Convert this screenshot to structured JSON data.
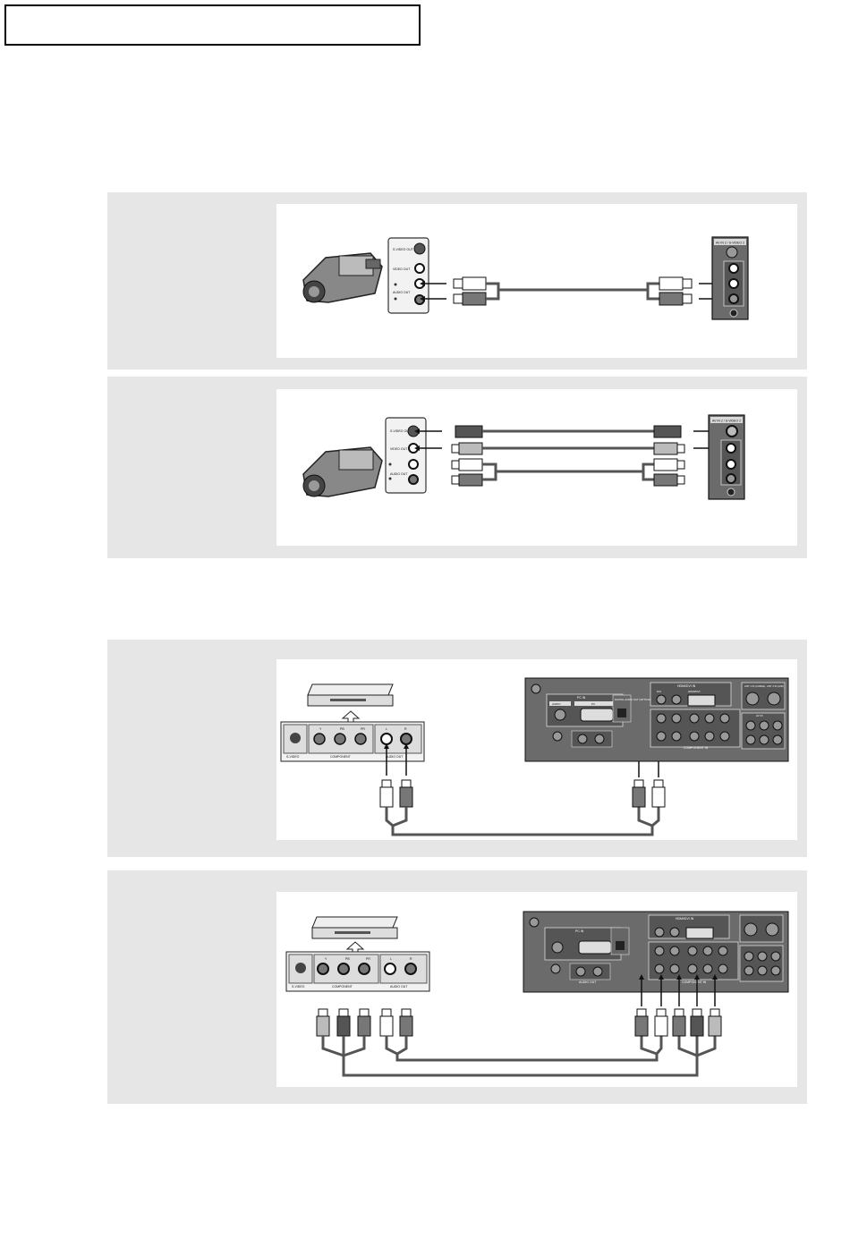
{
  "header": {
    "title": ""
  },
  "panels": [
    {
      "id": "camcorder-av",
      "text": ""
    },
    {
      "id": "camcorder-svideo",
      "text": ""
    },
    {
      "id": "component-audio",
      "text": ""
    },
    {
      "id": "component-full",
      "text": ""
    }
  ],
  "labels": {
    "svideo_out": "S-VIDEO OUT",
    "video_out": "VIDEO OUT",
    "audio_out": "AUDIO OUT",
    "av_in_svideo": "AV IN 2 / S-VIDEO 2",
    "svideo": "S-VIDEO",
    "component": "COMPONENT",
    "audio_out_dvd": "AUDIO OUT",
    "y": "Y",
    "pb": "PB",
    "pr": "PR",
    "l": "L",
    "r": "R",
    "pc_in": "PC IN",
    "audio": "AUDIO",
    "pc": "PC",
    "digital_audio_out": "DIGITAL AUDIO OUT (OPTICAL)",
    "hdmi_dvi_in": "HDMI/DVI IN",
    "dvi": "DVI",
    "hdmi_dvi": "HDMI/DVI",
    "component_in": "COMPONENT IN",
    "av_in": "AV IN",
    "video": "VIDEO",
    "audio_tv": "AUDIO",
    "s_video_tv": "S-VIDEO",
    "audio_out_tv": "AUDIO OUT",
    "ant_in_air": "ANT 1 IN (CABLE)",
    "ant_in_cable": "ANT 2 IN (AIR)"
  }
}
